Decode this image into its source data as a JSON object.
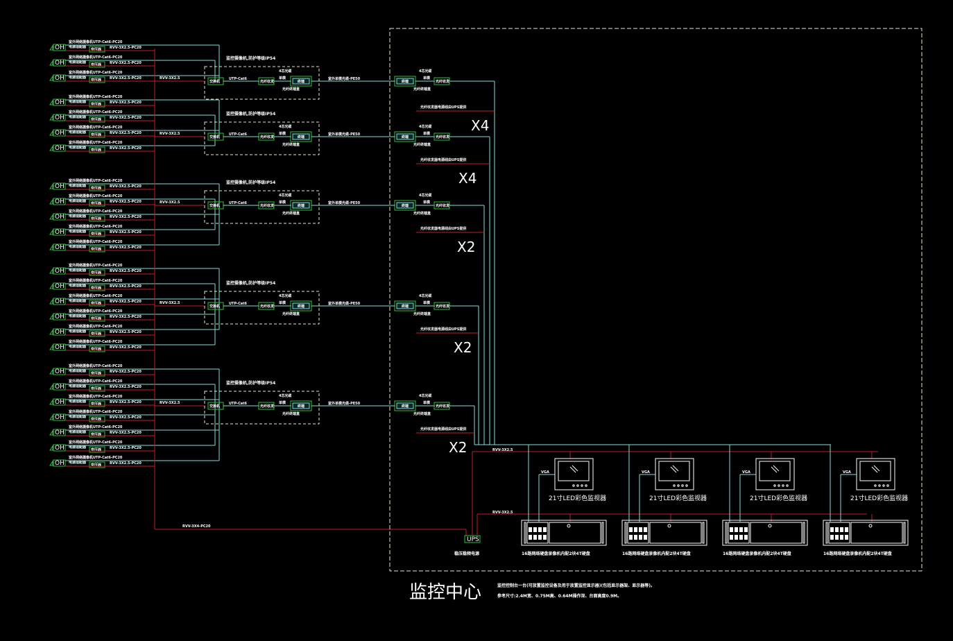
{
  "colors": {
    "background": "#000000",
    "cyan_signal": "#7fe0d8",
    "red_power": "#c0202a",
    "green_device": "#30c040",
    "white": "#ffffff",
    "dashed_border": "#e8e8c8"
  },
  "camera_groups": [
    {
      "rows": 3,
      "switch_label": "交换机",
      "group_note": "监控摄像机,防护等级IP54",
      "fiber_label": "光纤收发",
      "box_label": "终端",
      "top_tag": "4芯光缆",
      "mid_tag": "单模",
      "bottom_tag": "光纤终端盒",
      "utp_label": "UTP-Cat6",
      "fiber_cable": "室外单模光缆-PE50",
      "power_cable": "RVV-3X2.5",
      "multiplier": "X4",
      "center_power_note": "光纤收发器电源线由UPS提供"
    },
    {
      "rows": 4,
      "switch_label": "交换机",
      "group_note": "监控摄像机,防护等级IP54",
      "fiber_label": "光纤收发",
      "box_label": "终端",
      "top_tag": "4芯光缆",
      "mid_tag": "单模",
      "bottom_tag": "光纤终端盒",
      "utp_label": "UTP-Cat6",
      "fiber_cable": "室外单模光缆-PE50",
      "power_cable": "RVV-3X2.5",
      "multiplier": "X4",
      "center_power_note": "光纤收发器电源线由UPS提供"
    },
    {
      "rows": 5,
      "switch_label": "交换机",
      "group_note": "监控摄像机,防护等级IP54",
      "fiber_label": "光纤收发",
      "box_label": "终端",
      "top_tag": "4芯光缆",
      "mid_tag": "单模",
      "bottom_tag": "光纤终端盒",
      "utp_label": "UTP-Cat6",
      "fiber_cable": "室外单模光缆-PE50",
      "power_cable": "RVV-3X2.5",
      "multiplier": "X2",
      "center_power_note": "光纤收发器电源线由UPS提供"
    },
    {
      "rows": 6,
      "switch_label": "交换机",
      "group_note": "监控摄像机,防护等级IP54",
      "fiber_label": "光纤收发",
      "box_label": "终端",
      "top_tag": "4芯光缆",
      "mid_tag": "单模",
      "bottom_tag": "光纤终端盒",
      "utp_label": "UTP-Cat6",
      "fiber_cable": "室外单模光缆-PE50",
      "power_cable": "RVV-3X2.5",
      "multiplier": "X2",
      "center_power_note": "光纤收发器电源线由UPS提供"
    },
    {
      "rows": 7,
      "switch_label": "交换机",
      "group_note": "监控摄像机,防护等级IP54",
      "fiber_label": "光纤收发",
      "box_label": "终端",
      "top_tag": "4芯光缆",
      "mid_tag": "单模",
      "bottom_tag": "光纤终端盒",
      "utp_label": "UTP-Cat6",
      "fiber_cable": "室外单模光缆-PE50",
      "power_cable": "RVV-3X2.5",
      "multiplier": "X2",
      "center_power_note": "光纤收发器电源线由UPS提供"
    }
  ],
  "camera_row": {
    "camera_label": "OH",
    "top_note": "室外网络摄像机UTP-Cat6-PC20",
    "left_note": "电源适配器",
    "transformer_label": "变压器",
    "power_note": "RVV-3X2.5-PC20"
  },
  "monitor_center": {
    "title": "监控中心",
    "ups_label": "UPS",
    "ups_note": "稳压稳频电源",
    "main_power_cable": "RVV-3X4-PC20",
    "bus_power_label": "RVV-3X2.5",
    "nvr_power_label": "RVV-3X2.5",
    "workstations": [
      {
        "monitor_label": "21寸LED彩色监视器",
        "vga_label": "VGA",
        "nvr_label": "16路网络硬盘录像机内配2块4T硬盘"
      },
      {
        "monitor_label": "21寸LED彩色监视器",
        "vga_label": "VGA",
        "nvr_label": "16路网络硬盘录像机内配2块4T硬盘"
      },
      {
        "monitor_label": "21寸LED彩色监视器",
        "vga_label": "VGA",
        "nvr_label": "16路网络硬盘录像机内配2块4T硬盘"
      },
      {
        "monitor_label": "21寸LED彩色监视器",
        "vga_label": "VGA",
        "nvr_label": "16路网络硬盘录像机内配2块4T硬盘"
      }
    ],
    "notes": [
      "监控控制台一台(可放置监控设备及用于放置监控显示器)(包括显示器架、显示器等)。",
      "参考尺寸:2.4M宽、0.75M高、0.64M操作深、台面高度0.9M。"
    ]
  }
}
